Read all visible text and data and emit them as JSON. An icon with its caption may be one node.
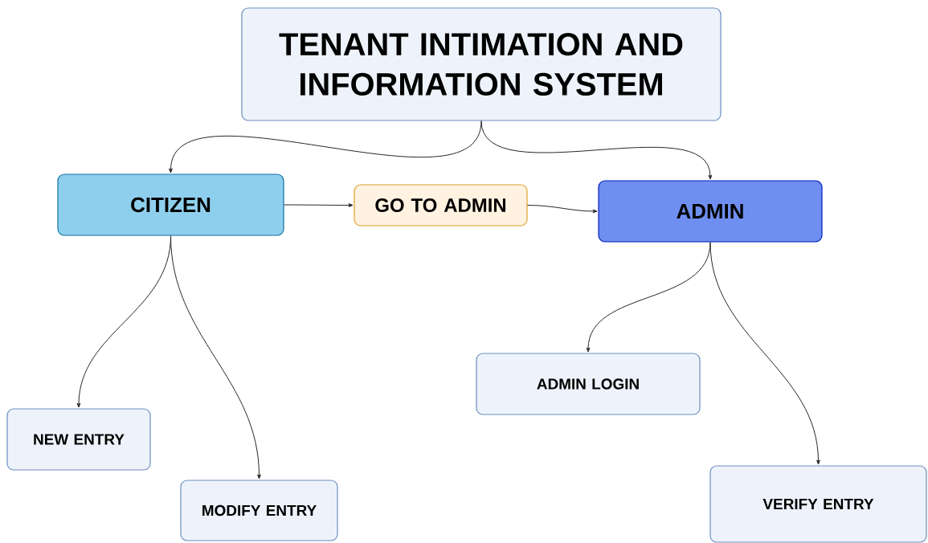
{
  "diagram": {
    "nodes": [
      {
        "text": [
          "TENANT INTIMATION AND INFORMATION SYSTEM"
        ]
      },
      {
        "text": [
          "CITIZEN"
        ]
      },
      {
        "text": [
          "GO TO ADMIN"
        ]
      },
      {
        "text": [
          "ADMIN"
        ]
      },
      {
        "text": [
          "NEW ENTRY"
        ]
      },
      {
        "text": [
          "MODIFY ENTRY"
        ]
      },
      {
        "text": [
          "ADMIN LOGIN"
        ]
      },
      {
        "text": [
          "VERIFY ENTRY"
        ]
      }
    ],
    "edges": [
      {
        "from": 0,
        "to": 1,
        "arrow": "to"
      },
      {
        "from": 0,
        "to": 3,
        "arrow": "to"
      },
      {
        "from": 1,
        "to": 2,
        "arrow": "to"
      },
      {
        "from": 2,
        "to": 3,
        "arrow": "to"
      },
      {
        "from": 1,
        "to": 4,
        "arrow": "to"
      },
      {
        "from": 1,
        "to": 5,
        "arrow": "to"
      },
      {
        "from": 3,
        "to": 6,
        "arrow": "to"
      },
      {
        "from": 3,
        "to": 7,
        "arrow": "to"
      }
    ]
  }
}
